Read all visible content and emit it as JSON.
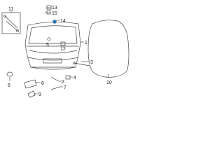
{
  "diagram": {
    "callouts": [
      {
        "id": "c1",
        "text": "1"
      },
      {
        "id": "c2",
        "text": "2"
      },
      {
        "id": "c3",
        "text": "3"
      },
      {
        "id": "c4",
        "text": "4"
      },
      {
        "id": "c5",
        "text": "5"
      },
      {
        "id": "c6",
        "text": "6"
      },
      {
        "id": "c7",
        "text": "7"
      },
      {
        "id": "c8",
        "text": "8"
      },
      {
        "id": "c9",
        "text": "9"
      },
      {
        "id": "c10",
        "text": "10"
      },
      {
        "id": "c11",
        "text": "11"
      },
      {
        "id": "c12",
        "text": "12"
      },
      {
        "id": "c13",
        "text": "13"
      },
      {
        "id": "c14",
        "text": "14"
      },
      {
        "id": "c15",
        "text": "15"
      }
    ],
    "colors": {
      "accent": "#2f7fc1",
      "line": "#333333"
    }
  }
}
